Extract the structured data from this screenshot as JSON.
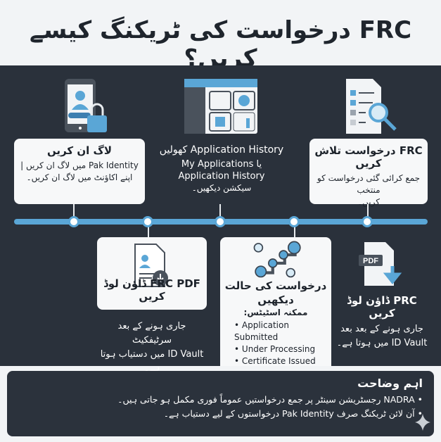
{
  "title": "FRC درخواست کی ٹریکنگ کیسے کریں؟",
  "steps": {
    "login": {
      "title": "لاگ ان کریں",
      "line1": "Pak Identity میں لاگ ان کریں |",
      "line2": "اپنے اکاؤنٹ میں لاگ ان کریں۔",
      "icon": "phone-lock-icon"
    },
    "history": {
      "title": "Application History کھولیں",
      "line1": "یا My Applications",
      "line2": "Application History",
      "line3": "سیکشن دیکھیں۔",
      "icon": "dashboard-icon"
    },
    "find": {
      "title": "FRC درخواست تلاش کریں",
      "line1": "جمع کرائی گئی درخواست کو منتخب",
      "line2": "کریں۔",
      "icon": "document-search-icon"
    },
    "download": {
      "title": "FRC PDF ڈاؤن لوڈ کریں",
      "line1": "جاری ہونے کے بعد سرٹیفکیٹ",
      "line2": "ID Vault میں دستیاب ہوتا ہے۔",
      "icon": "document-download-icon"
    },
    "status": {
      "title": "درخواست کی حالت دیکھیں",
      "subtitle": "ممکنہ اسٹیٹس:",
      "items": [
        "Application Submitted",
        "Under Processing",
        "Certificate Issued"
      ],
      "icon": "progress-steps-icon"
    },
    "prc": {
      "title": "PRC ڈاؤن لوڈ کریں",
      "line1": "جاری ہونے کے بعد بعد",
      "line2": "ID Vault میں ہوتا ہے۔",
      "icon_label": "PDF",
      "icon": "pdf-download-icon"
    }
  },
  "note": {
    "title": "اہم وضاحت",
    "items": [
      "NADRA رجسٹریشن سینٹر پر جمع درخواستیں عموماً فوری مکمل ہو جاتی ہیں۔",
      "آن لائن ٹریکنگ صرف Pak Identity درخواستوں کے لیے دستیاب ہے۔"
    ]
  },
  "colors": {
    "accent": "#5aa6d6",
    "panel": "#2a313b",
    "background": "#f2f4f6"
  }
}
